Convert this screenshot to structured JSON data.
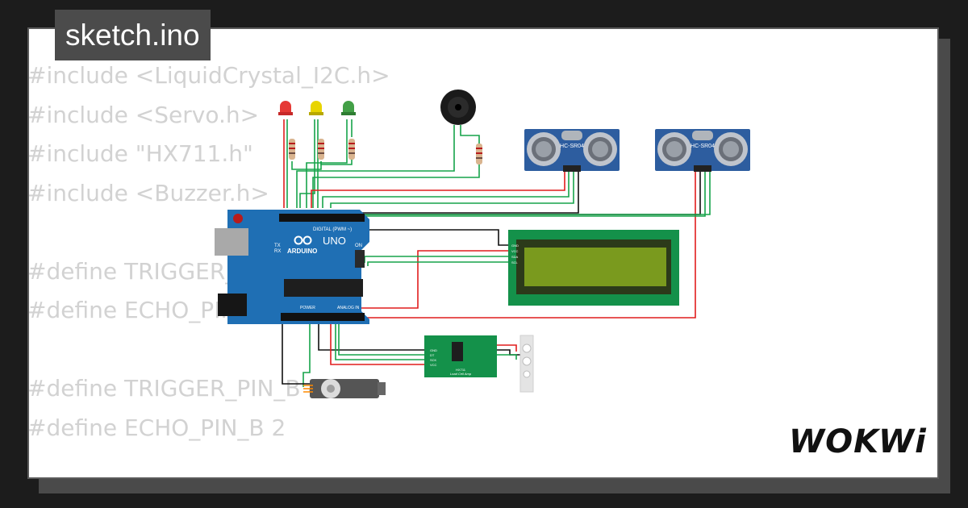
{
  "title": "sketch.ino",
  "logo": "WOKWi",
  "code_lines": [
    "#include <LiquidCrystal_I2C.h>",
    "#include <Servo.h>",
    "#include \"HX711.h\"",
    "#include <Buzzer.h>",
    "",
    "#define TRIGGER_PIN_A 5",
    "#define ECHO_PIN_A 6",
    "",
    "#define TRIGGER_PIN_B 4",
    "#define ECHO_PIN_B 2"
  ],
  "arduino": {
    "brand": "ARDUINO",
    "model": "UNO",
    "digital_label": "DIGITAL (PWM ~)",
    "power_label": "POWER",
    "analog_label": "ANALOG IN",
    "on_label": "ON",
    "tx_label": "TX",
    "rx_label": "RX"
  },
  "sensors": [
    {
      "label": "HC-SR04"
    },
    {
      "label": "HC-SR04"
    }
  ],
  "lcd": {
    "pins": [
      "GND",
      "VCC",
      "SDA",
      "SCL"
    ]
  },
  "load_cell_amp": {
    "title": "HX711",
    "subtitle": "Load Cell Amp",
    "pins": [
      "GND",
      "DT",
      "SCK",
      "VCC"
    ]
  },
  "leds": [
    {
      "color": "#e53935"
    },
    {
      "color": "#e8d400"
    },
    {
      "color": "#43a047"
    }
  ],
  "colors": {
    "wire_green": "#16a34a",
    "wire_red": "#e11d1d",
    "wire_black": "#111111",
    "board_blue": "#1f6fb4",
    "pcb_green": "#14914a",
    "lcd_screen": "#7a9a1e"
  }
}
